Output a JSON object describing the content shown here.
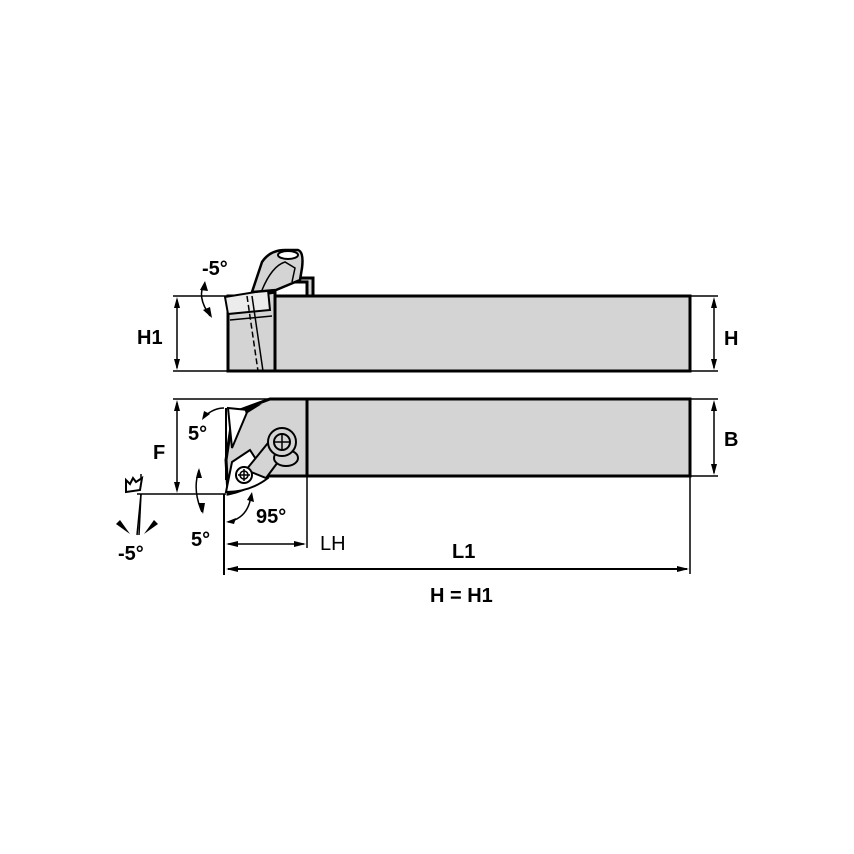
{
  "diagram": {
    "type": "tool-holder-technical-drawing",
    "views": [
      "side-view",
      "top-view"
    ],
    "colors": {
      "body": "#d4d4d4",
      "line": "#000000",
      "background": "#ffffff"
    }
  },
  "labels": {
    "h1_left": "H1",
    "h_right": "H",
    "b_right": "B",
    "f_left": "F",
    "lh": "LH",
    "l1": "L1",
    "formula": "H = H1",
    "angle_top_side": "-5°",
    "angle_top_view_upper": "5°",
    "angle_top_view_lower": "5°",
    "angle_lead": "95°",
    "angle_insert_left": "-5°"
  }
}
